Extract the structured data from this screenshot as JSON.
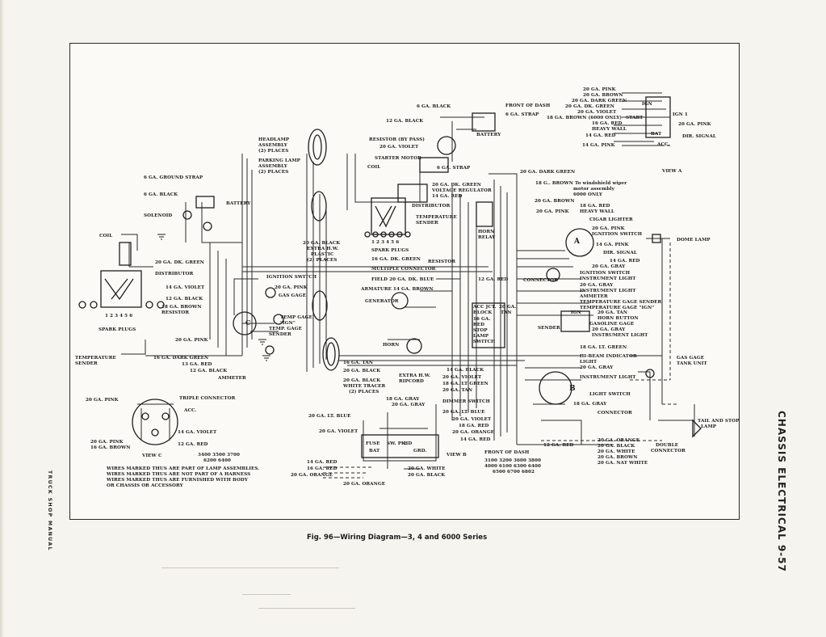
{
  "caption": "Fig. 96—Wiring Diagram—3, 4 and 6000 Series",
  "side_right": "CHASSIS ELECTRICAL 9-57",
  "side_left": "TRUCK SHOP MANUAL",
  "views": {
    "a": "VIEW A",
    "b": "VIEW B",
    "c": "VIEW C"
  },
  "legend": {
    "line1": "WIRES MARKED THUS ARE PART OF LAMP ASSEMBLIES.",
    "line2": "WIRES MARKED THUS ARE NOT PART OF A HARNESS",
    "line3": "WIRES MARKED THUS ARE FURNISHED WITH BODY",
    "line4": "OR CHASSIS OR ACCESSORY"
  },
  "labels": {
    "headlamp": "HEADLAMP",
    "assembly1": "ASSEMBLY",
    "places1": "(2) PLACES",
    "parking_lamp": "PARKING LAMP",
    "assembly2": "ASSEMBLY",
    "places2": "(2) PLACES",
    "ground_strap": "6 GA. GROUND STRAP",
    "ga6_black_left": "6 GA. BLACK",
    "battery_left": "BATTERY",
    "solenoid": "SOLENOID",
    "coil_left": "COIL",
    "dk_green_20": "20 GA. DK. GREEN",
    "distributor_left": "DISTRIBUTOR",
    "violet_14": "14 GA. VIOLET",
    "black_12": "12 GA. BLACK",
    "brown_18": "18 GA. BROWN",
    "resistor_left": "RESISTOR",
    "spark_plugs_left": "SPARK PLUGS",
    "pink_20_left": "20 GA. PINK",
    "dist_nums": "1 2 3 4 5 6",
    "temp_sender_left1": "TEMPERATURE",
    "temp_sender_left2": "SENDER",
    "dark_green_16": "16 GA. DARK GREEN",
    "red_13": "13 GA. RED",
    "black_12b": "12 GA. BLACK",
    "ammeter": "AMMETER",
    "ignition_switch_left": "IGNITION SWITCH",
    "pink_20b": "20 GA. PINK",
    "gas_gage_left": "GAS GAGE",
    "temp_gage_ign": "TEMP GAGE",
    "ign_quote": "\"IGN\"",
    "temp_gage_sender": "TEMP. GAGE",
    "sender": "SENDER",
    "pink_20_c": "20 GA. PINK",
    "triple_connector": "TRIPLE CONNECTOR",
    "acc_c": "ACC.",
    "violet_14_c": "14 GA. VIOLET",
    "red_12_c": "12 GA. RED",
    "pink_20_c2": "20 GA. PINK",
    "brown_16_c": "16 GA. BROWN",
    "c_series": "3400 3500 3700",
    "c_series2": "6200 6400",
    "black_20_extra": "20 GA. BLACK",
    "extra_hw": "EXTRA H.W.",
    "plastic": "PLASTIC",
    "places3": "(2) PLACES",
    "spark_plugs_mid": "SPARK PLUGS",
    "dk_green_16_mid": "16 GA. DK. GREEN",
    "multiple_connector": "MULTIPLE CONNECTOR",
    "field_dk_blue": "FIELD 20 GA. DK. BLUE",
    "armature_brown": "ARMATURE 14 GA. BROWN",
    "generator": "GENERATOR",
    "horn": "HORN",
    "tan_16": "16 GA. TAN",
    "black_20_mid": "20 GA. BLACK",
    "black_20_white": "20 GA. BLACK",
    "white_tracer": "WHITE TRACER",
    "places4": "(2) PLACES",
    "extra_hw2": "EXTRA H.W.",
    "ripcord": "RIPCORD",
    "ga6_black_top": "6 GA. BLACK",
    "ga12_black_top": "12 GA. BLACK",
    "resistor_bypass": "RESISTOR (BY PASS)",
    "violet_20_top": "20 GA. VIOLET",
    "starter_motor": "STARTER MOTOR",
    "coil_mid": "COIL",
    "strap_6": "6 GA. STRAP",
    "front_of_dash_top": "FRONT OF DASH",
    "strap_6b": "6 GA. STRAP",
    "battery_top": "BATTERY",
    "vr_dk_green": "20 GA. DK. GREEN",
    "voltage_regulator": "VOLTAGE REGULATOR",
    "red_14_vr": "14 GA. RED",
    "distributor_mid": "DISTRIBUTOR",
    "temperature_sender1": "TEMPERATURE",
    "temperature_sender2": "SENDER",
    "horn_relay1": "HORN",
    "horn_relay2": "RELAY",
    "resistor_mid": "RESISTOR",
    "red_12_mid": "12 GA. RED",
    "acc_jct": "ACC JCT.",
    "block": "BLOCK",
    "ga16_red": "16 GA.",
    "red": "RED",
    "tan_20": "20 GA.",
    "tan": "TAN",
    "stop_lamp1": "STOP",
    "stop_lamp2": "LAMP",
    "stop_lamp3": "SWITCH",
    "black_14": "14 GA. BLACK",
    "violet_20": "20 GA. VIOLET",
    "lt_green_18": "18 GA. LT GREEN",
    "tan_20b": "20 GA. TAN",
    "dimmer_switch": "DIMMER SWITCH",
    "lt_blue_20": "20 GA. LT. BLUE",
    "violet_20b": "20 GA. VIOLET",
    "red_18": "18 GA. RED",
    "orange_20": "20 GA. ORANGE",
    "red_14b": "14 GA. RED",
    "gray_18": "18 GA. GRAY",
    "gray_20": "20 GA. GRAY",
    "lt_blue_20b": "20 GA. LT. BLUE",
    "violet_20c": "20 GA. VIOLET",
    "red_14_b": "14 GA. RED",
    "red_16_b": "16 GA. RED",
    "orange_20_b": "20 GA. ORANGE",
    "orange_20_b2": "20 GA. ORANGE",
    "white_20": "20 GA. WHITE",
    "black_20_b": "20 GA. BLACK",
    "fuse_bat": "FUSE",
    "bat": "BAT",
    "hd_ht": "HD",
    "grd": "GRD.",
    "front_of_dash_bottom": "FRONT OF DASH",
    "b_series1": "3100 3200 3600 3800",
    "b_series2": "4000 6100 6300 6400",
    "b_series3": "6500 6700 6802",
    "red_12_bottom": "12 GA. RED",
    "pink_20_a": "20 GA. PINK",
    "brown_20_a": "20 GA. BROWN",
    "dark_green_20_a": "20 GA. DARK GREEN",
    "dk_green_20_a": "20 GA. DK. GREEN",
    "violet_20_a": "20 GA. VIOLET",
    "brown_6000": "18 GA. BROWN (6000 ONLY)",
    "start": "START",
    "red_16_a": "16 GA. RED",
    "heavy_wall_a": "HEAVY WALL",
    "red_14_a": "14 GA. RED",
    "pink_14_a": "14 GA. PINK",
    "ign": "IGN",
    "ign1": "IGN 1",
    "bat_a": "BAT",
    "acc_a": "ACC.",
    "pink_20_right": "20 GA. PINK",
    "dir_signal_a": "DIR. SIGNAL",
    "dark_green_20_r": "20 GA. DARK GREEN",
    "brown_wiper": "18 G.. BROWN To windshield wiper",
    "motor_assembly": "motor assembly",
    "only_6000": "6000 ONLY",
    "brown_20_r": "20 GA. BROWN",
    "red_18_r": "18 GA. RED",
    "heavy_wall_r": "HEAVY WALL",
    "pink_20_r": "20 GA. PINK",
    "cigar_lighter": "CIGAR LIGHTER",
    "pink_20_r2": "20 GA. PINK",
    "ignition_switch_r": "IGNITION SWITCH",
    "pink_14_r": "14 GA. PINK",
    "dir_signal_r": "DIR. SIGNAL",
    "red_14_r": "14 GA. RED",
    "gray_20_r": "20 GA. GRAY",
    "ignition_switch_r2": "IGNITION SWITCH",
    "instrument_light1": "INSTRUMENT LIGHT",
    "gray_20_r2": "20 GA. GRAY",
    "instrument_light2": "INSTRUMENT LIGHT",
    "ammeter_r": "AMMETER",
    "temp_gage_sender_r": "TEMPERATURE GAGE SENDER",
    "temp_gage_ign_r": "TEMPERATURE GAGE \"IGN\"",
    "tan_20_r": "20 GA. TAN",
    "horn_button": "HORN BUTTON",
    "gasoline_gage": "GASOLINE GAGE",
    "gray_20_r3": "20 GA. GRAY",
    "instrument_light3": "INSTRUMENT LIGHT",
    "connector_r": "CONNECTOR",
    "ign_r": "IGN",
    "sender_r": "SENDER",
    "lt_green_18_r": "18 GA. LT. GREEN",
    "hibeam": "HI-BEAM INDICATOR",
    "light": "LIGHT",
    "gray_20_r4": "20 GA. GRAY",
    "instrument_light4": "INSTRUMENT LIGHT",
    "light_switch": "LIGHT SWITCH",
    "gray_18_r": "18 GA. GRAY",
    "connector_r2": "CONNECTOR",
    "orange_20_r": "20 GA. ORANGE",
    "black_20_r": "20 GA. BLACK",
    "white_20_r": "20 GA. WHITE",
    "brown_20_r2": "20 GA. BROWN",
    "nat_white": "20 GA. NAT WHITE",
    "double_connector1": "DOUBLE",
    "double_connector2": "CONNECTOR",
    "dome_lamp": "DOME LAMP",
    "gas_gage_tank1": "GAS GAGE",
    "gas_gage_tank2": "TANK UNIT",
    "tail_stop1": "TAIL AND STOP",
    "tail_stop2": "LAMP",
    "a_letter": "A",
    "b_letter": "B",
    "c_letter": "C",
    "sw_bat_labels": "SW. PK.",
    "mini_nums": "1 2 3 4 5 6"
  }
}
